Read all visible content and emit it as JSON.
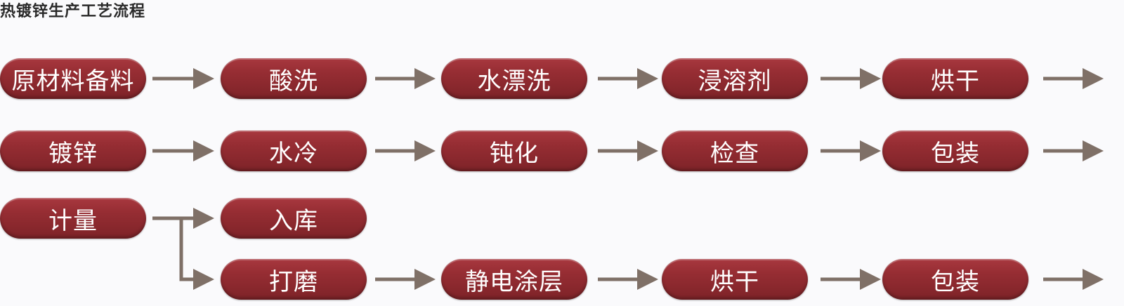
{
  "title": "热镀锌生产工艺流程",
  "colors": {
    "pill": "#962d33",
    "arrow": "#7f7067"
  },
  "rows": [
    [
      "原材料备料",
      "酸洗",
      "水漂洗",
      "浸溶剂",
      "烘干"
    ],
    [
      "镀锌",
      "水冷",
      "钝化",
      "检查",
      "包装"
    ],
    [
      "计量",
      "入库"
    ],
    [
      "打磨",
      "静电涂层",
      "烘干",
      "包装"
    ]
  ]
}
